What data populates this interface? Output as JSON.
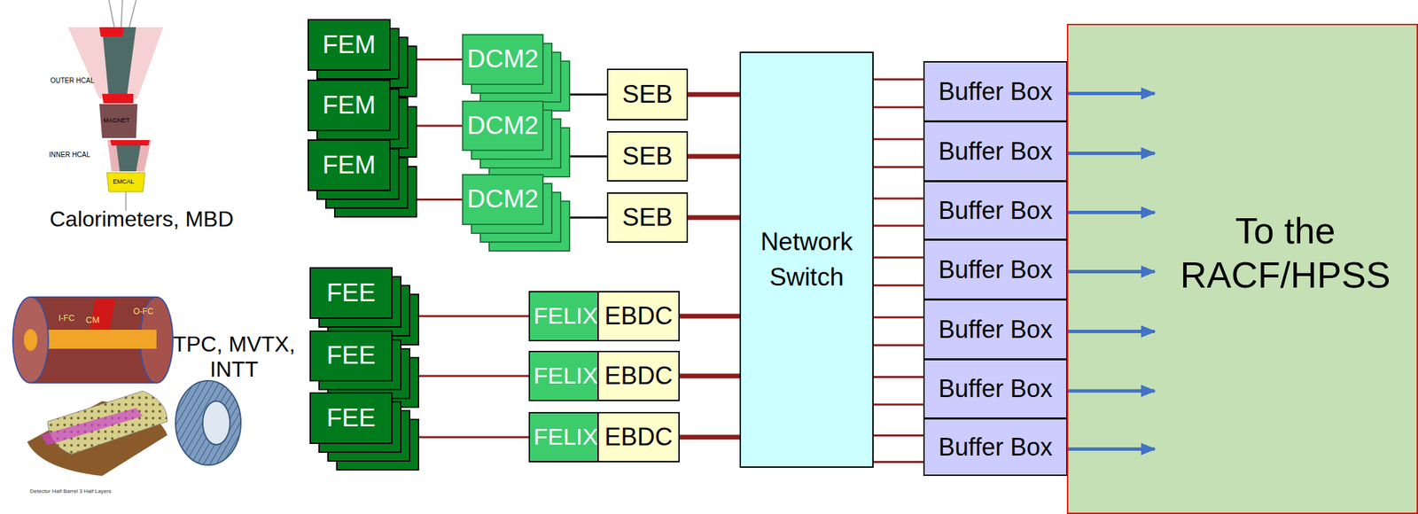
{
  "diagram": {
    "nodes": [
      {
        "text": [
          "FEM"
        ]
      },
      {
        "text": [
          "FEM"
        ]
      },
      {
        "text": [
          "FEM"
        ]
      },
      {
        "text": [
          "DCM2"
        ]
      },
      {
        "text": [
          "DCM2"
        ]
      },
      {
        "text": [
          "DCM2"
        ]
      },
      {
        "text": [
          "SEB"
        ]
      },
      {
        "text": [
          "SEB"
        ]
      },
      {
        "text": [
          "SEB"
        ]
      },
      {
        "text": [
          "FEE"
        ]
      },
      {
        "text": [
          "FEE"
        ]
      },
      {
        "text": [
          "FEE"
        ]
      },
      {
        "text": [
          "FELIX"
        ]
      },
      {
        "text": [
          "EBDC"
        ]
      },
      {
        "text": [
          "FELIX"
        ]
      },
      {
        "text": [
          "EBDC"
        ]
      },
      {
        "text": [
          "FELIX"
        ]
      },
      {
        "text": [
          "EBDC"
        ]
      },
      {
        "text": [
          "Network Switch"
        ]
      },
      {
        "text": [
          "Buffer Box"
        ]
      },
      {
        "text": [
          "Buffer Box"
        ]
      },
      {
        "text": [
          "Buffer Box"
        ]
      },
      {
        "text": [
          "Buffer Box"
        ]
      },
      {
        "text": [
          "Buffer Box"
        ]
      },
      {
        "text": [
          "Buffer Box"
        ]
      },
      {
        "text": [
          "Buffer Box"
        ]
      },
      {
        "text": [
          "To the RACF/HPSS"
        ]
      }
    ],
    "edges": [
      {
        "from": 0,
        "to": 3,
        "arrow": "none"
      },
      {
        "from": 1,
        "to": 4,
        "arrow": "none"
      },
      {
        "from": 2,
        "to": 5,
        "arrow": "none"
      },
      {
        "from": 3,
        "to": 6,
        "arrow": "none"
      },
      {
        "from": 4,
        "to": 7,
        "arrow": "none"
      },
      {
        "from": 5,
        "to": 8,
        "arrow": "none"
      },
      {
        "from": 6,
        "to": 18,
        "arrow": "none"
      },
      {
        "from": 7,
        "to": 18,
        "arrow": "none"
      },
      {
        "from": 8,
        "to": 18,
        "arrow": "none"
      },
      {
        "from": 9,
        "to": 12,
        "arrow": "none"
      },
      {
        "from": 10,
        "to": 14,
        "arrow": "none"
      },
      {
        "from": 11,
        "to": 16,
        "arrow": "none"
      },
      {
        "from": 13,
        "to": 18,
        "arrow": "none"
      },
      {
        "from": 15,
        "to": 18,
        "arrow": "none"
      },
      {
        "from": 17,
        "to": 18,
        "arrow": "none"
      },
      {
        "from": 18,
        "to": 19,
        "arrow": "none"
      },
      {
        "from": 18,
        "to": 20,
        "arrow": "none"
      },
      {
        "from": 18,
        "to": 21,
        "arrow": "none"
      },
      {
        "from": 18,
        "to": 22,
        "arrow": "none"
      },
      {
        "from": 18,
        "to": 23,
        "arrow": "none"
      },
      {
        "from": 18,
        "to": 24,
        "arrow": "none"
      },
      {
        "from": 18,
        "to": 25,
        "arrow": "none"
      },
      {
        "from": 19,
        "to": 26,
        "arrow": "to"
      },
      {
        "from": 20,
        "to": 26,
        "arrow": "to"
      },
      {
        "from": 21,
        "to": 26,
        "arrow": "to"
      },
      {
        "from": 22,
        "to": 26,
        "arrow": "to"
      },
      {
        "from": 23,
        "to": 26,
        "arrow": "to"
      },
      {
        "from": 24,
        "to": 26,
        "arrow": "to"
      },
      {
        "from": 25,
        "to": 26,
        "arrow": "to"
      }
    ],
    "labels": [
      "Calorimeters, MBD",
      "TPC, MVTX, INTT",
      "OUTER HCAL",
      "MAGNET",
      "INNER HCAL",
      "EMCAL",
      "CM",
      "O-FC",
      "I-FC",
      "Detector Half Barrel 3 Half Layers"
    ]
  }
}
